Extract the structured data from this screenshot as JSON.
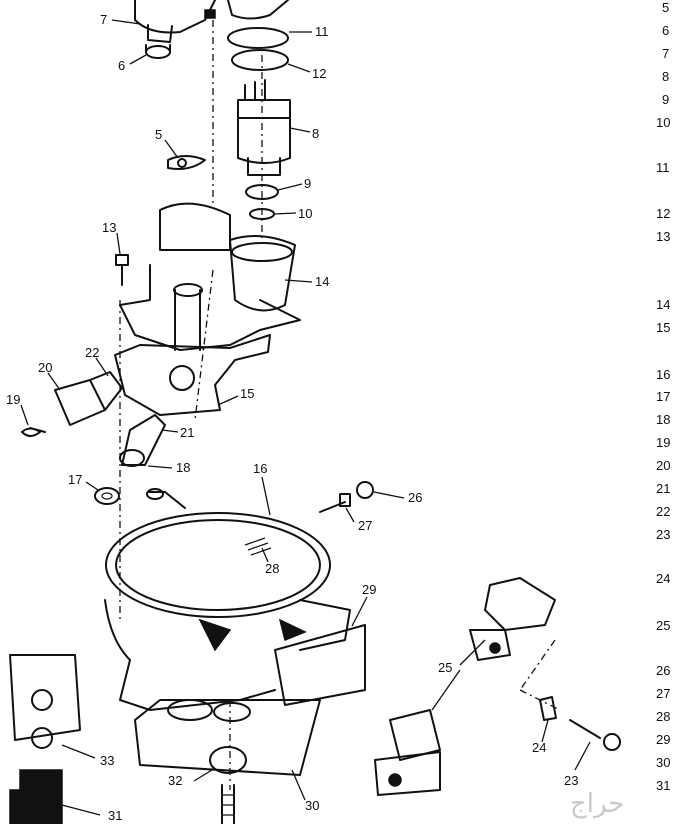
{
  "callouts": {
    "c5a": "5",
    "c6": "6",
    "c7": "7",
    "c8": "8",
    "c9": "9",
    "c10": "10",
    "c11": "11",
    "c12": "12",
    "c13": "13",
    "c14": "14",
    "c15": "15",
    "c16": "16",
    "c17": "17",
    "c18": "18",
    "c19": "19",
    "c20": "20",
    "c21": "21",
    "c22": "22",
    "c23": "23",
    "c24": "24",
    "c25": "25",
    "c26": "26",
    "c27": "27",
    "c28": "28",
    "c29": "29",
    "c30": "30",
    "c31": "31",
    "c32": "32",
    "c33": "33"
  },
  "index_column": [
    "5",
    "6",
    "7",
    "8",
    "9",
    "10",
    "11",
    "12",
    "13",
    "14",
    "15",
    "16",
    "17",
    "18",
    "19",
    "20",
    "21",
    "22",
    "23",
    "24",
    "25",
    "26",
    "27",
    "28",
    "29",
    "30",
    "31"
  ],
  "watermark": "حراج"
}
